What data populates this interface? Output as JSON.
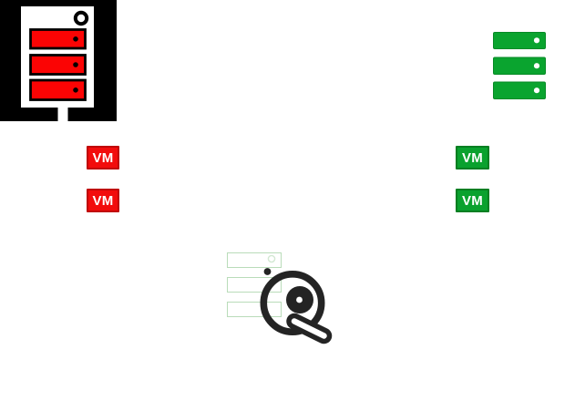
{
  "scene": {
    "background": "#ffffff"
  },
  "colors": {
    "white": "#ffffff",
    "ink": "#000000",
    "bay-red": "#fb0404",
    "badge-red": "#f20c0c",
    "badge-red-border": "#c00707",
    "green": "#0aa42f",
    "green-border": "#078a26",
    "badge-green": "#0aa12e",
    "badge-green-border": "#067f22",
    "disk-ink": "#242424",
    "list-green": "#b9dcb9",
    "list-green-light": "#d2e8d2"
  },
  "hosts": {
    "failed": {
      "icon": "server-tower-red-icon",
      "vm_labels": [
        "VM",
        "VM"
      ]
    },
    "healthy": {
      "icon": "server-stack-green-icon",
      "vm_labels": [
        "VM",
        "VM"
      ]
    }
  },
  "storage": {
    "disk_icon": "hard-disk-icon",
    "list_icon": "checklist-icon"
  }
}
